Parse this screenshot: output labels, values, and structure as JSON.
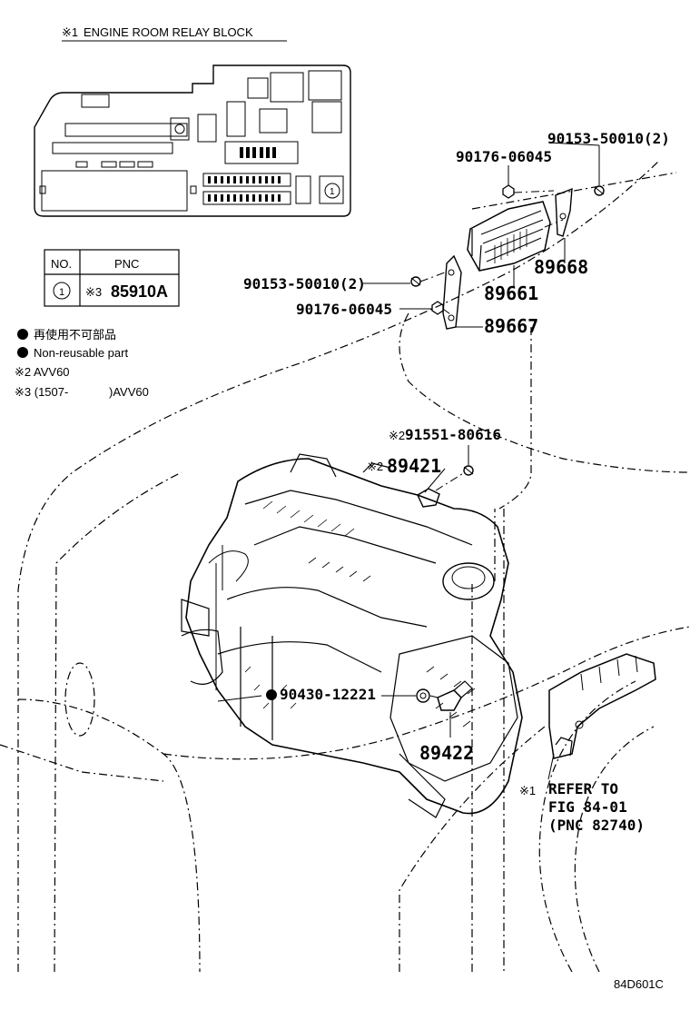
{
  "header": {
    "title_mark": "※1",
    "title": "ENGINE ROOM RELAY BLOCK"
  },
  "table": {
    "col_no": "NO.",
    "col_pnc": "PNC",
    "row_no": "1",
    "row_mark": "※3",
    "row_pnc": "85910A"
  },
  "legend": {
    "jp_label": "再使用不可部品",
    "en_label": "Non-reusable part",
    "note2": "※2 AVV60",
    "note3_prefix": "※3 (1507-",
    "note3_suffix": ")AVV60"
  },
  "relay_block_fuse_label": "1",
  "parts": {
    "p90153_top": "90153-50010(2)",
    "p90176_top": "90176-06045",
    "p89668": "89668",
    "p90153_mid": "90153-50010(2)",
    "p89661": "89661",
    "p90176_mid": "90176-06045",
    "p89667": "89667",
    "p91551_mark": "※2",
    "p91551": "91551-80616",
    "p89421_mark": "※2",
    "p89421": "89421",
    "p90430": "90430-12221",
    "p89422": "89422"
  },
  "refer": {
    "mark": "※1",
    "line1": "REFER TO",
    "line2": "FIG 84-01",
    "line3": "(PNC 82740)"
  },
  "footer_code": "84D601C",
  "icons": [
    "non-reusable-dot-icon",
    "circled-number-icon",
    "bolt-icon",
    "washer-icon",
    "nut-icon"
  ]
}
